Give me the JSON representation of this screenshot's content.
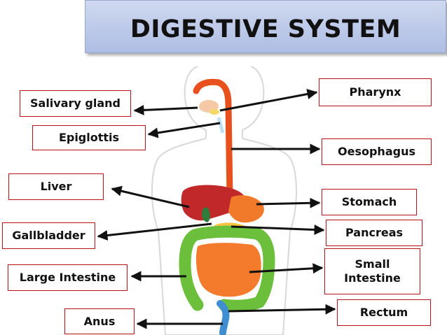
{
  "title": "DIGESTIVE SYSTEM",
  "labels": {
    "salivary_gland": "Salivary gland",
    "epiglottis": "Epiglottis",
    "liver": "Liver",
    "gallbladder": "Gallbladder",
    "large_intestine": "Large Intestine",
    "anus": "Anus",
    "pharynx": "Pharynx",
    "oesophagus": "Oesophagus",
    "stomach": "Stomach",
    "pancreas": "Pancreas",
    "small_intestine_1": "Small",
    "small_intestine_2": "Intestine",
    "rectum": "Rectum"
  },
  "colors": {
    "label_border": "#b5121b",
    "title_banner": "#bcc8e9",
    "oesophagus": "#e8501e",
    "liver": "#c0282a",
    "stomach": "#f07a2a",
    "small_intestine": "#f47a2c",
    "large_intestine": "#6cbf3a",
    "rectum": "#3f8fd0"
  }
}
